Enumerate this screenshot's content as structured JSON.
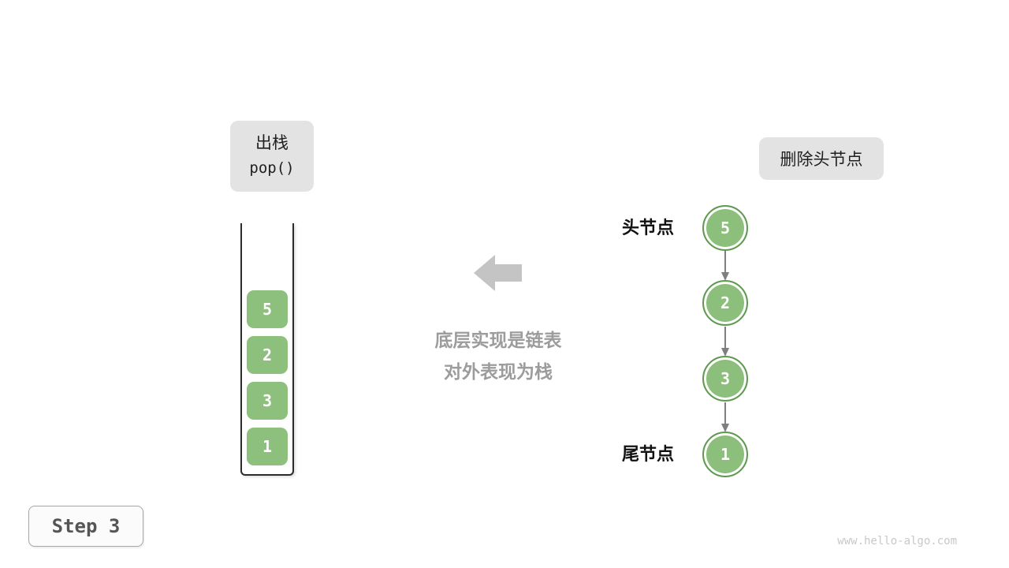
{
  "pop_badge": {
    "line1": "出栈",
    "line2": "pop()"
  },
  "delete_badge": {
    "label": "删除头节点"
  },
  "stack": {
    "items": [
      "5",
      "2",
      "3",
      "1"
    ]
  },
  "linked_list": {
    "nodes": [
      "5",
      "2",
      "3",
      "1"
    ],
    "head_label": "头节点",
    "tail_label": "尾节点"
  },
  "caption": {
    "line1": "底层实现是链表",
    "line2": "对外表现为栈"
  },
  "step_label": "Step 3",
  "watermark": "www.hello-algo.com",
  "colors": {
    "node_green": "#8cbf7b",
    "node_border_green": "#5f9a50",
    "stack_item_green": "#8dc07c",
    "badge_gray": "#e3e3e3",
    "arrow_gray": "#c4c4c4",
    "caption_gray": "#9c9c9c"
  }
}
